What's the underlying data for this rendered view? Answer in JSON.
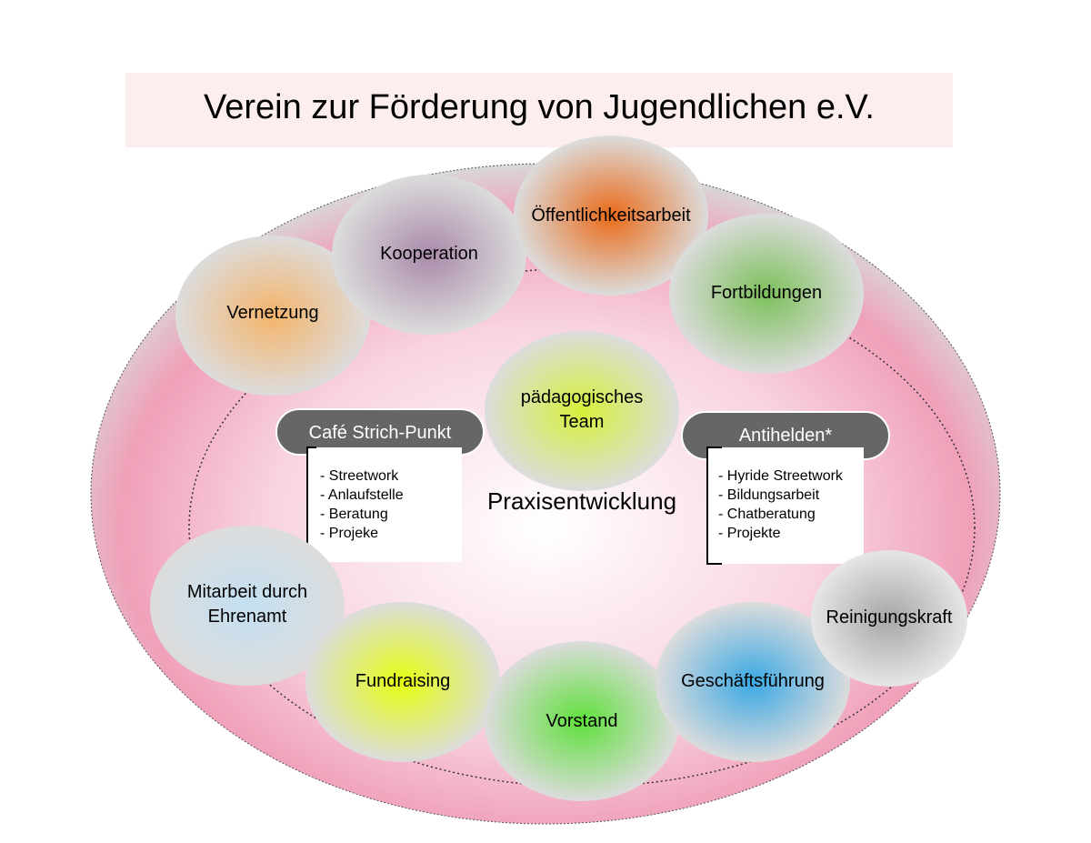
{
  "title": "Verein zur Förderung von Jugendlichen e.V.",
  "center_label": "Praxisentwicklung",
  "nodes": [
    {
      "label": "Vernetzung",
      "color": "#f5b46a"
    },
    {
      "label": "Kooperation",
      "color": "#a98aaa"
    },
    {
      "label": "Öffentlichkeitsarbeit",
      "color": "#ea6a18"
    },
    {
      "label": "Fortbildungen",
      "color": "#7cc05a"
    },
    {
      "label_line1": "pädagogisches",
      "label_line2": "Team",
      "color": "#d6f03a"
    },
    {
      "label_line1": "Mitarbeit durch",
      "label_line2": "Ehrenamt",
      "color": "#c4e0f2"
    },
    {
      "label": "Fundraising",
      "color": "#e6ff10"
    },
    {
      "label": "Vorstand",
      "color": "#5ee03a"
    },
    {
      "label": "Geschäftsführung",
      "color": "#3aa8e4"
    },
    {
      "label": "Reinigungskraft",
      "color": "#a6a6a6"
    }
  ],
  "projects": [
    {
      "name": "Café Strich-Punkt",
      "items": [
        "- Streetwork",
        "- Anlaufstelle",
        "- Beratung",
        "- Projeke"
      ]
    },
    {
      "name": "Antihelden*",
      "items": [
        "- Hyride Streetwork",
        "- Bildungsarbeit",
        "- Chatberatung",
        "- Projekte"
      ]
    }
  ]
}
